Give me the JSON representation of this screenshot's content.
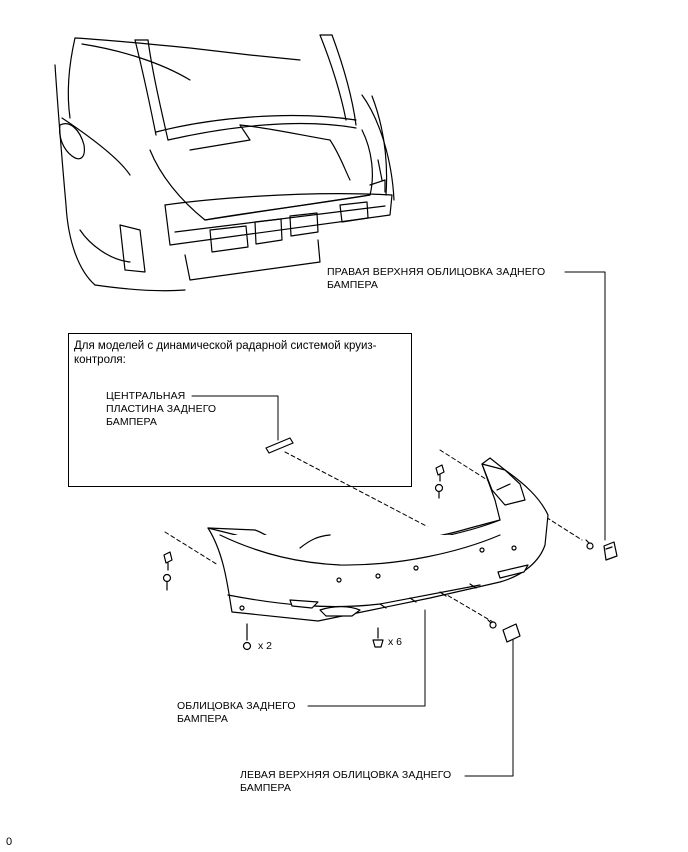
{
  "inset": {
    "title": "Для моделей с динамической радарной системой круиз-контроля:"
  },
  "labels": {
    "right_upper_cover": "ПРАВАЯ ВЕРХНЯЯ ОБЛИЦОВКА ЗАДНЕГО\nБАМПЕРА",
    "center_plate": "ЦЕНТРАЛЬНАЯ\nПЛАСТИНА ЗАДНЕГО\nБАМПЕРА",
    "bumper_cover": "ОБЛИЦОВКА ЗАДНЕГО\nБАМПЕРА",
    "left_upper_cover": "ЛЕВАЯ ВЕРХНЯЯ ОБЛИЦОВКА ЗАДНЕГО\nБАМПЕРА"
  },
  "quantities": {
    "screws": "x 2",
    "clips": "x 6"
  },
  "figure_id": "0"
}
